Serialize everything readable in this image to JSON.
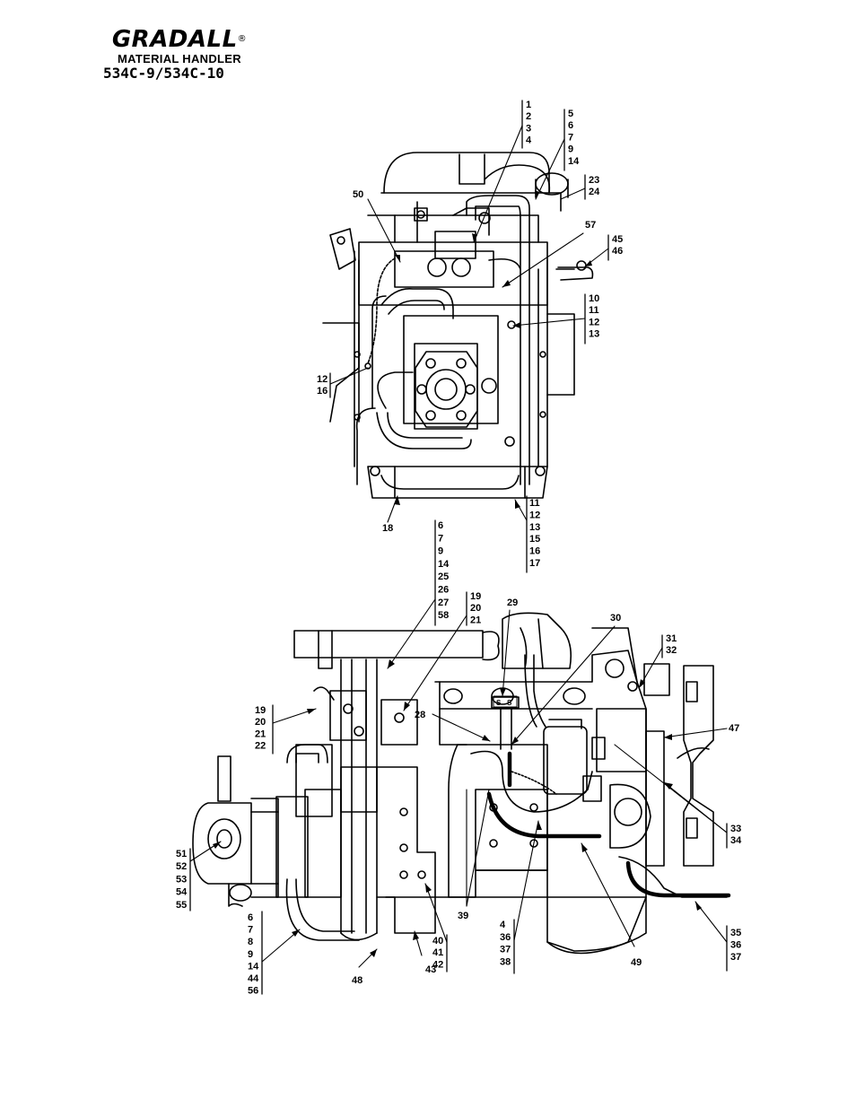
{
  "brand": {
    "logo": "GRADALL",
    "trademark": "®",
    "subtitle": "MATERIAL HANDLER",
    "model": "534C-9/534C-10"
  },
  "callouts": {
    "top_a": [
      "1",
      "2",
      "3",
      "4"
    ],
    "top_b": [
      "5",
      "6",
      "7",
      "9",
      "14"
    ],
    "top_c": [
      "23",
      "24"
    ],
    "top_d": [
      "50"
    ],
    "top_e": [
      "57"
    ],
    "top_f": [
      "45",
      "46"
    ],
    "top_g": [
      "10",
      "11",
      "12",
      "13"
    ],
    "top_h": [
      "12",
      "16"
    ],
    "top_i": [
      "18"
    ],
    "top_j": [
      "11",
      "12",
      "13",
      "15",
      "16",
      "17"
    ],
    "mid_a": [
      "6",
      "7",
      "9",
      "14",
      "25",
      "26",
      "27",
      "58"
    ],
    "mid_b": [
      "19",
      "20",
      "21"
    ],
    "mid_c": [
      "29"
    ],
    "mid_d": [
      "30"
    ],
    "mid_e": [
      "31",
      "32"
    ],
    "mid_f": [
      "19",
      "20",
      "21",
      "22"
    ],
    "mid_g": [
      "28"
    ],
    "mid_h": [
      "47"
    ],
    "mid_i": [
      "33",
      "34"
    ],
    "bot_a": [
      "51",
      "52",
      "53",
      "54",
      "55"
    ],
    "bot_b": [
      "39"
    ],
    "bot_c": [
      "40",
      "41",
      "42"
    ],
    "bot_d": [
      "4",
      "36",
      "37",
      "38"
    ],
    "bot_e": [
      "49"
    ],
    "bot_f": [
      "35",
      "36",
      "37"
    ],
    "bot_g": [
      "6",
      "7",
      "8",
      "9",
      "14",
      "44",
      "56"
    ],
    "bot_h": [
      "43"
    ],
    "bot_i": [
      "48"
    ]
  },
  "valve_letters": [
    "S",
    "S"
  ]
}
